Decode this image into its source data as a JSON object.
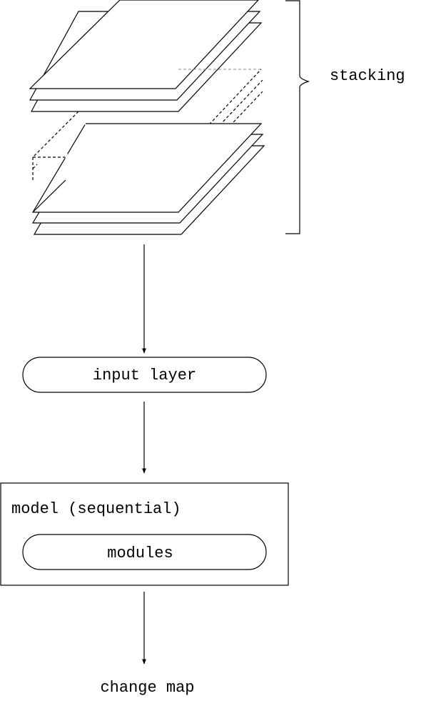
{
  "labels": {
    "stacking": "stacking",
    "input_layer": "input layer",
    "model": "model (sequential)",
    "modules": "modules",
    "change_map": "change map"
  }
}
